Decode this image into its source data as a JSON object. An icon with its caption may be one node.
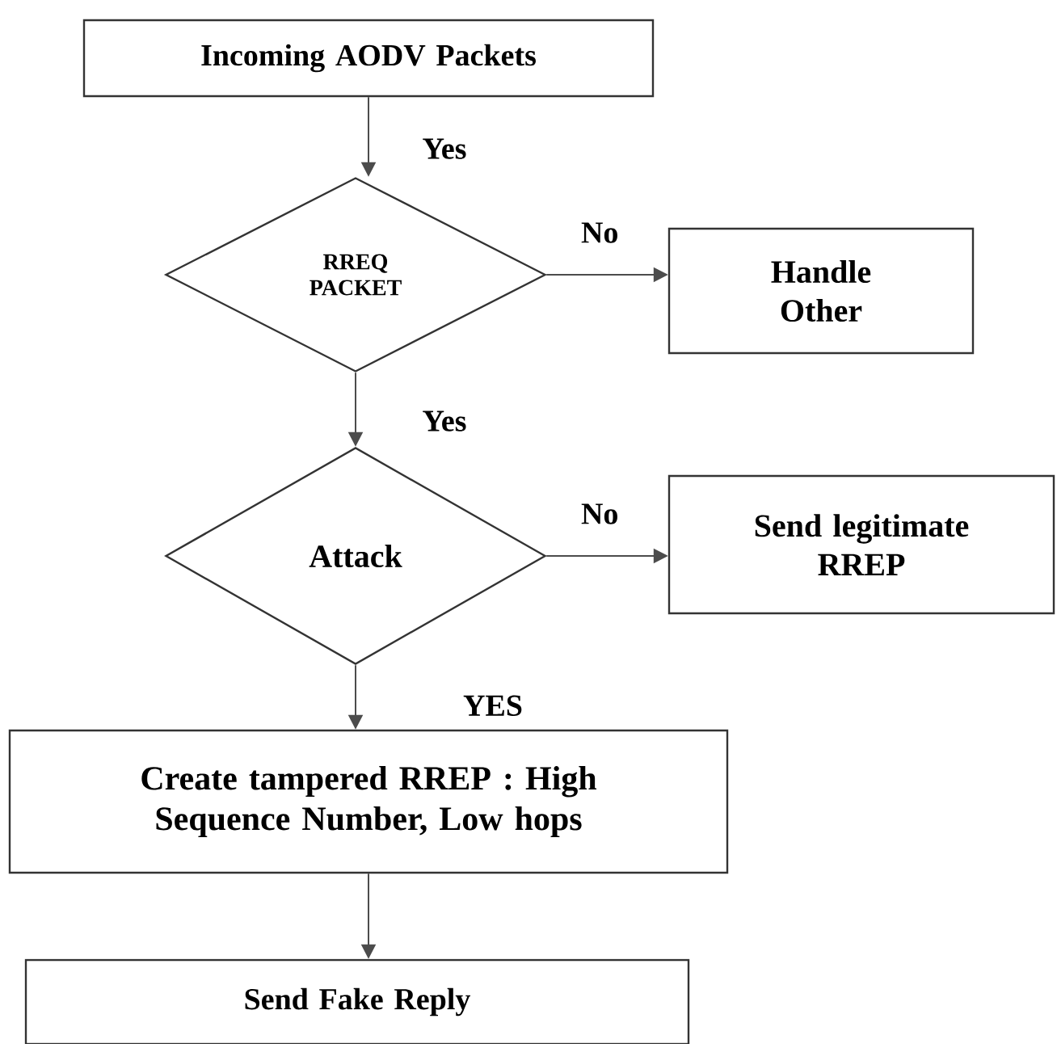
{
  "diagram": {
    "nodes": [
      {
        "text": [
          "Incoming AODV Packets"
        ]
      },
      {
        "text": [
          "RREQ PACKET"
        ]
      },
      {
        "text": [
          "Handle Other"
        ]
      },
      {
        "text": [
          "Attack"
        ]
      },
      {
        "text": [
          "Send legitimate RREP"
        ]
      },
      {
        "text": [
          "Create tampered RREP : High Sequence Number, Low hops"
        ]
      },
      {
        "text": [
          "Send Fake Reply"
        ]
      }
    ],
    "edges": [
      {
        "from": 0,
        "to": 1,
        "arrow": "to",
        "label": "Yes"
      },
      {
        "from": 1,
        "to": 2,
        "arrow": "to",
        "label": "No"
      },
      {
        "from": 1,
        "to": 3,
        "arrow": "to",
        "label": "Yes"
      },
      {
        "from": 3,
        "to": 4,
        "arrow": "to",
        "label": "No"
      },
      {
        "from": 3,
        "to": 5,
        "arrow": "to",
        "label": "YES"
      },
      {
        "from": 5,
        "to": 6,
        "arrow": "to"
      }
    ]
  }
}
